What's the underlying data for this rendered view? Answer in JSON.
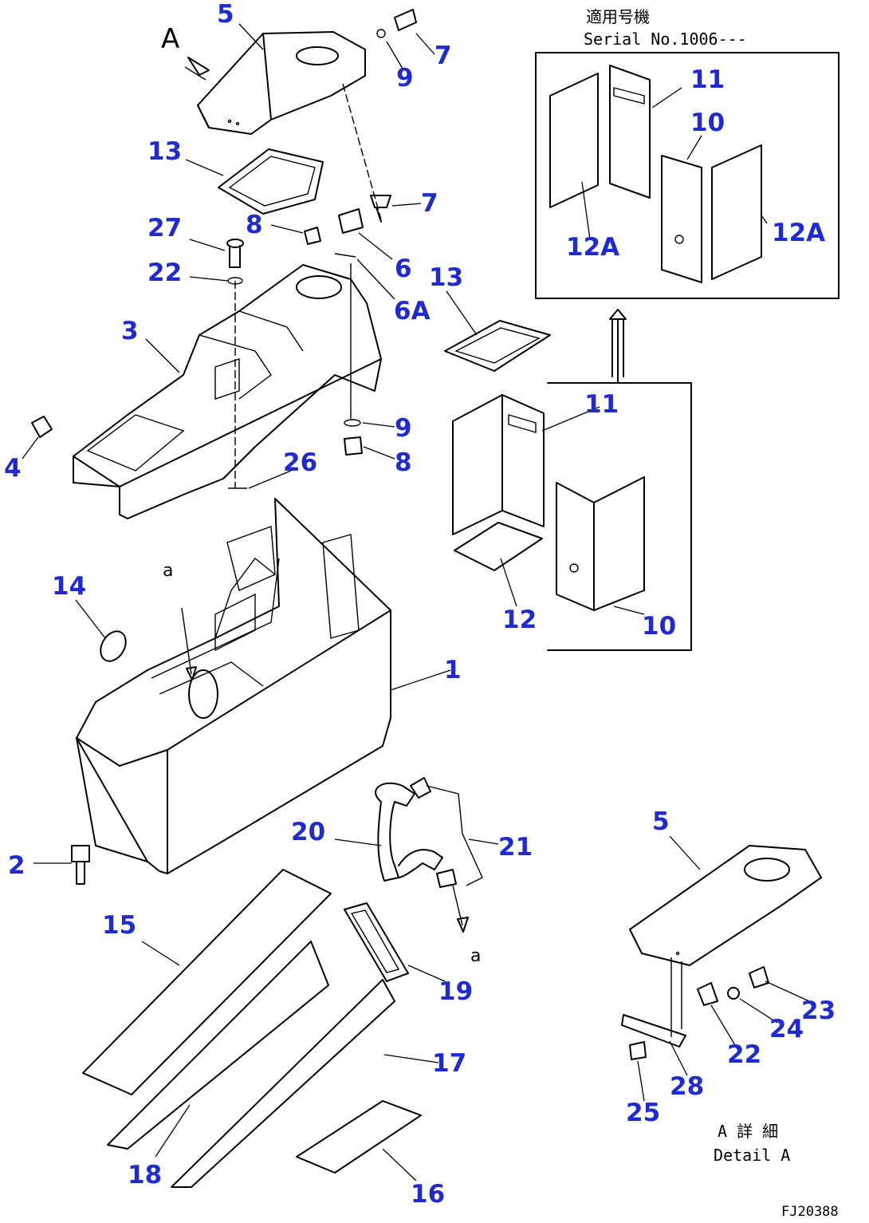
{
  "serial_note": {
    "line1": "適用号機",
    "line2": "Serial No.1006---"
  },
  "detail_note": {
    "line1": "A 詳 細",
    "line2": "Detail A"
  },
  "view_letter": "A",
  "section_marks": [
    "a",
    "a"
  ],
  "drawing_code": "FJ20388",
  "callouts": [
    {
      "id": "c5-top",
      "label": "5"
    },
    {
      "id": "c7-top",
      "label": "7"
    },
    {
      "id": "c9-top",
      "label": "9"
    },
    {
      "id": "c13-left",
      "label": "13"
    },
    {
      "id": "c7-mid",
      "label": "7"
    },
    {
      "id": "c27",
      "label": "27"
    },
    {
      "id": "c8-mid",
      "label": "8"
    },
    {
      "id": "c6",
      "label": "6"
    },
    {
      "id": "c22-left",
      "label": "22"
    },
    {
      "id": "c6a",
      "label": "6A"
    },
    {
      "id": "c3",
      "label": "3"
    },
    {
      "id": "c13-right",
      "label": "13"
    },
    {
      "id": "c9-mid",
      "label": "9"
    },
    {
      "id": "c8-low",
      "label": "8"
    },
    {
      "id": "c4",
      "label": "4"
    },
    {
      "id": "c26",
      "label": "26"
    },
    {
      "id": "c11-box",
      "label": "11"
    },
    {
      "id": "c11-inset",
      "label": "11"
    },
    {
      "id": "c10-inset",
      "label": "10"
    },
    {
      "id": "c12a-left",
      "label": "12A"
    },
    {
      "id": "c12a-right",
      "label": "12A"
    },
    {
      "id": "c14",
      "label": "14"
    },
    {
      "id": "c12",
      "label": "12"
    },
    {
      "id": "c10-box",
      "label": "10"
    },
    {
      "id": "c1",
      "label": "1"
    },
    {
      "id": "c20",
      "label": "20"
    },
    {
      "id": "c21",
      "label": "21"
    },
    {
      "id": "c2",
      "label": "2"
    },
    {
      "id": "c15",
      "label": "15"
    },
    {
      "id": "c19",
      "label": "19"
    },
    {
      "id": "c17",
      "label": "17"
    },
    {
      "id": "c18",
      "label": "18"
    },
    {
      "id": "c16",
      "label": "16"
    },
    {
      "id": "c5-detail",
      "label": "5"
    },
    {
      "id": "c23",
      "label": "23"
    },
    {
      "id": "c24",
      "label": "24"
    },
    {
      "id": "c22-detail",
      "label": "22"
    },
    {
      "id": "c28",
      "label": "28"
    },
    {
      "id": "c25",
      "label": "25"
    }
  ]
}
